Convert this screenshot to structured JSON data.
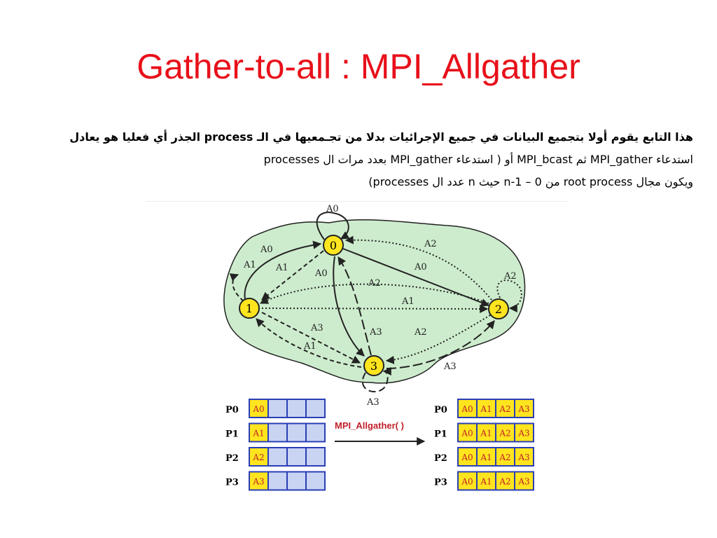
{
  "slide": {
    "title": "Gather-to-all : MPI_Allgather",
    "text_lines": [
      "هذا التابع يقوم أولا بتجميع البيانات في جميع الإجرائيات بدلا  من تجـمعيها في الـ  process الجذر أي فعليا هو يعادل",
      "استدعاء  MPI_gather  ثم   MPI_bcast  أو ( استدعاء MPI_gather بعدد مرات ال processes",
      "ويكون مجال    root process  من n-1 – 0 حيث n عدد ال processes)"
    ]
  },
  "diagram": {
    "nodes": [
      {
        "id": "n0",
        "label": "0"
      },
      {
        "id": "n1",
        "label": "1"
      },
      {
        "id": "n2",
        "label": "2"
      },
      {
        "id": "n3",
        "label": "3"
      }
    ],
    "edge_labels": {
      "self0": "A0",
      "self2": "A2",
      "self3": "A3",
      "e10a": "A0",
      "e10b": "A1",
      "e01": "A1",
      "e03": "A0",
      "e02": "A0",
      "e20": "A2",
      "e21": "A2",
      "e12": "A1",
      "e13": "A3",
      "e31": "A1",
      "e30": "A3",
      "e23": "A2",
      "e32": "A3"
    },
    "colors": {
      "cloud_fill": "#cdeccd",
      "node_fill": "#ffe51e",
      "cell_fill_active": "#ffe51e",
      "cell_fill_empty": "#c9d3f2",
      "cell_stroke": "#2a3fb5",
      "arrow": "#222222",
      "op_label": "#c0202a"
    }
  },
  "allgather": {
    "operation_label": "MPI_Allgather( )",
    "before_rows": [
      {
        "label": "P0",
        "cells": [
          "A0",
          "",
          "",
          ""
        ]
      },
      {
        "label": "P1",
        "cells": [
          "A1",
          "",
          "",
          ""
        ]
      },
      {
        "label": "P2",
        "cells": [
          "A2",
          "",
          "",
          ""
        ]
      },
      {
        "label": "P3",
        "cells": [
          "A3",
          "",
          "",
          ""
        ]
      }
    ],
    "after_rows": [
      {
        "label": "P0",
        "cells": [
          "A0",
          "A1",
          "A2",
          "A3"
        ]
      },
      {
        "label": "P1",
        "cells": [
          "A0",
          "A1",
          "A2",
          "A3"
        ]
      },
      {
        "label": "P2",
        "cells": [
          "A0",
          "A1",
          "A2",
          "A3"
        ]
      },
      {
        "label": "P3",
        "cells": [
          "A0",
          "A1",
          "A2",
          "A3"
        ]
      }
    ]
  }
}
